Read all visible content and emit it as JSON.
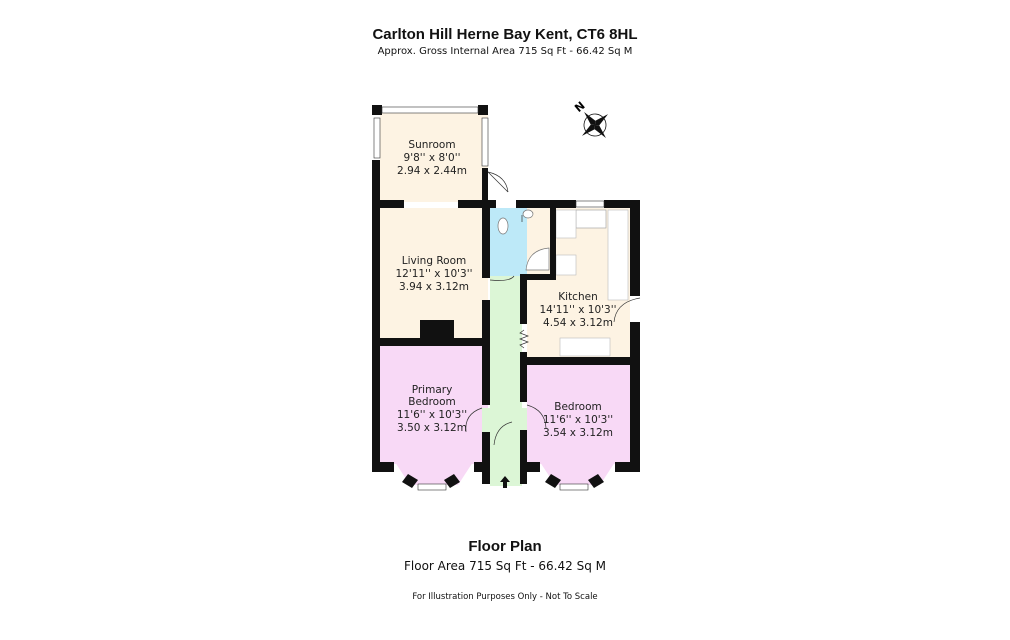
{
  "header": {
    "title": "Carlton Hill Herne Bay Kent, CT6 8HL",
    "subtitle": "Approx. Gross Internal Area 715 Sq Ft - 66.42 Sq M"
  },
  "rooms": [
    {
      "name": "Sunroom",
      "imperial": "9'8'' x 8'0''",
      "metric": "2.94 x 2.44m"
    },
    {
      "name": "Living Room",
      "imperial": "12'11'' x 10'3''",
      "metric": "3.94 x 3.12m"
    },
    {
      "name": "Kitchen",
      "imperial": "14'11'' x 10'3''",
      "metric": "4.54 x 3.12m"
    },
    {
      "name": "Primary",
      "name2": "Bedroom",
      "imperial": "11'6'' x 10'3''",
      "metric": "3.50 x 3.12m"
    },
    {
      "name": "Bedroom",
      "imperial": "11'6'' x 10'3''",
      "metric": "3.54 x 3.12m"
    }
  ],
  "compass": {
    "label": "N",
    "icon": "compass-rose-icon"
  },
  "colors": {
    "living": "#fdf3e3",
    "bedroom": "#f8d9f6",
    "hall": "#dcf6d6",
    "bath": "#bde9f8",
    "wall": "#111111"
  },
  "footer": {
    "title": "Floor Plan",
    "area": "Floor Area 715 Sq Ft - 66.42 Sq M",
    "note": "For Illustration Purposes Only - Not To Scale"
  }
}
